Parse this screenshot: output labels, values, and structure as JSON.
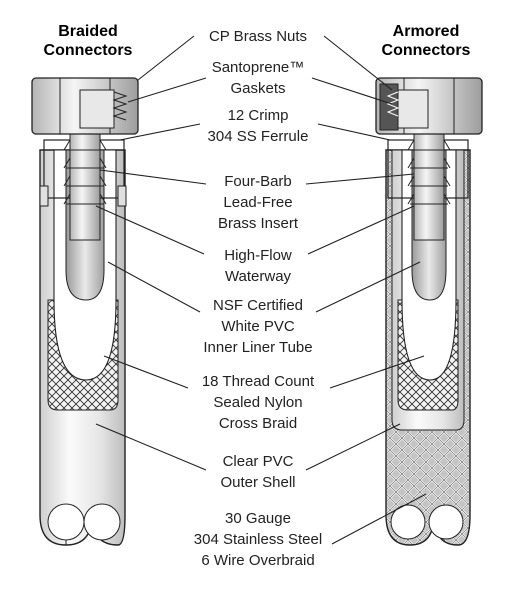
{
  "headers": {
    "left": [
      "Braided",
      "Connectors"
    ],
    "right": [
      "Armored",
      "Connectors"
    ]
  },
  "labels": [
    {
      "id": "nuts",
      "lines": [
        "CP Brass Nuts"
      ]
    },
    {
      "id": "gaskets",
      "lines": [
        "Santoprene™",
        "Gaskets"
      ]
    },
    {
      "id": "ferrule",
      "lines": [
        "12 Crimp",
        "304 SS Ferrule"
      ]
    },
    {
      "id": "insert",
      "lines": [
        "Four-Barb",
        "Lead-Free",
        "Brass Insert"
      ]
    },
    {
      "id": "waterway",
      "lines": [
        "High-Flow",
        "Waterway"
      ]
    },
    {
      "id": "liner",
      "lines": [
        "NSF Certified",
        "White PVC",
        "Inner Liner Tube"
      ]
    },
    {
      "id": "braid",
      "lines": [
        "18 Thread Count",
        "Sealed Nylon",
        "Cross Braid"
      ]
    },
    {
      "id": "shell",
      "lines": [
        "Clear PVC",
        "Outer Shell"
      ]
    },
    {
      "id": "overbraid",
      "lines": [
        "30 Gauge",
        "304 Stainless Steel",
        "6 Wire Overbraid"
      ]
    }
  ],
  "colors": {
    "outline": "#222222",
    "metal_light": "#f2f2f2",
    "metal_mid": "#d6d6d6",
    "metal_dark": "#a8a8a8",
    "gasket": "#555555",
    "steel_braid": "#bdbdbd"
  }
}
